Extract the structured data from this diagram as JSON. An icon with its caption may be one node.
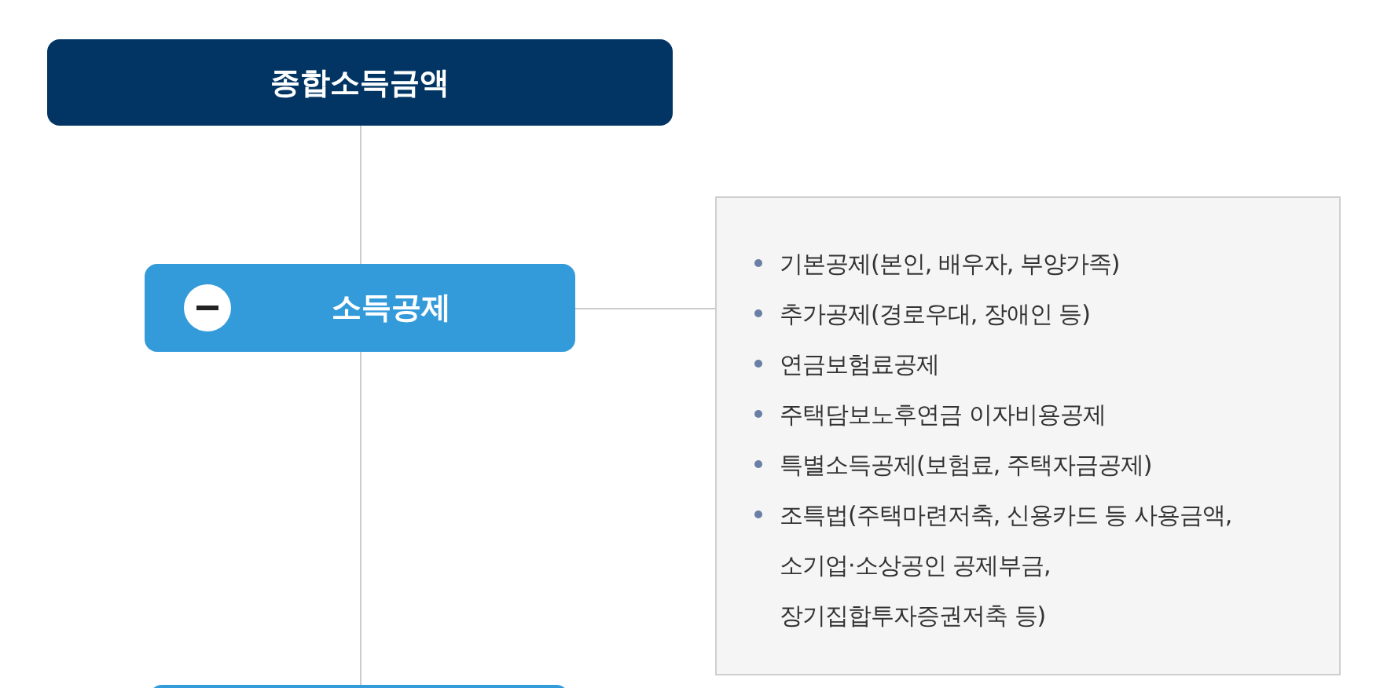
{
  "diagram": {
    "nodes": [
      {
        "text": [
          "종합소득금액"
        ]
      },
      {
        "text": [
          "소득공제"
        ]
      },
      {
        "text": [
          "기본공제(본인, 배우자, 부양가족)",
          "추가공제(경로우대, 장애인 등)",
          "연금보험료공제",
          "주택담보노후연금 이자비용공제",
          "특별소득공제(보험료, 주택자금공제)",
          "조특법(주택마련저축, 신용카드 등 사용금액, 소기업·소상공인 공제부금, 장기집합투자증권저축 등)"
        ]
      },
      {
        "text": [],
        "shape": "box"
      }
    ],
    "edges": [
      {
        "from": 0,
        "to": 1,
        "arrow": "none"
      },
      {
        "from": 1,
        "to": 2,
        "arrow": "none"
      },
      {
        "from": 1,
        "to": 3,
        "arrow": "none"
      }
    ]
  }
}
